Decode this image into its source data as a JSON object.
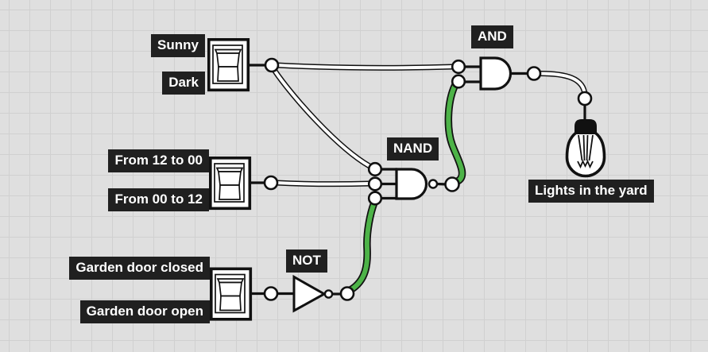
{
  "colors": {
    "background": "#dfdfdf",
    "grid_line": "#d0d0d0",
    "badge_bg": "#202020",
    "badge_text": "#ffffff",
    "stroke": "#111111",
    "wire_on": "#4db348",
    "wire_off": "#ffffff"
  },
  "switches": [
    {
      "id": "switch-sunny-dark",
      "top_label": "Sunny",
      "bottom_label": "Dark",
      "position": "up"
    },
    {
      "id": "switch-time",
      "top_label": "From 12 to 00",
      "bottom_label": "From 00 to 12",
      "position": "up"
    },
    {
      "id": "switch-garden-door",
      "top_label": "Garden door closed",
      "bottom_label": "Garden door open",
      "position": "up"
    }
  ],
  "gates": [
    {
      "id": "not-gate",
      "label": "NOT"
    },
    {
      "id": "nand-gate",
      "label": "NAND"
    },
    {
      "id": "and-gate",
      "label": "AND"
    }
  ],
  "outputs": [
    {
      "id": "bulb",
      "label": "Lights in the yard",
      "state": "off"
    }
  ],
  "wires": [
    {
      "id": "wire-sunny-to-and",
      "from": "switch-sunny-dark",
      "to": "and-gate-input-top",
      "state": "off"
    },
    {
      "id": "wire-sunny-to-nand",
      "from": "switch-sunny-dark",
      "to": "nand-gate-input-top",
      "state": "off"
    },
    {
      "id": "wire-time-to-nand",
      "from": "switch-time",
      "to": "nand-gate-input-middle",
      "state": "off"
    },
    {
      "id": "wire-not-to-nand",
      "from": "not-gate",
      "to": "nand-gate-input-bottom",
      "state": "on"
    },
    {
      "id": "wire-nand-to-and",
      "from": "nand-gate",
      "to": "and-gate-input-bottom",
      "state": "on"
    },
    {
      "id": "wire-and-to-bulb",
      "from": "and-gate",
      "to": "bulb",
      "state": "off"
    }
  ]
}
